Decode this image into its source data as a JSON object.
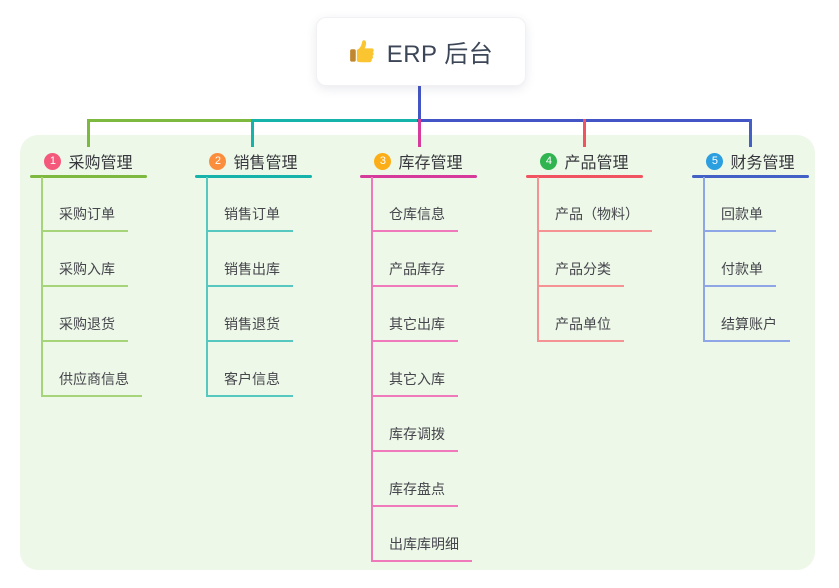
{
  "root": {
    "label": "ERP 后台",
    "icon": "thumbs-up-icon",
    "line_color": "#4355c4"
  },
  "panel": {
    "background": "#edf8e8"
  },
  "branches": [
    {
      "index": "1",
      "label": "采购管理",
      "badge_color": "#f4587b",
      "line_color": "#7cb93e",
      "child_line_color": "#a6d478",
      "children": [
        "采购订单",
        "采购入库",
        "采购退货",
        "供应商信息"
      ]
    },
    {
      "index": "2",
      "label": "销售管理",
      "badge_color": "#fb8e3c",
      "line_color": "#16b3ab",
      "child_line_color": "#57c8c0",
      "children": [
        "销售订单",
        "销售出库",
        "销售退货",
        "客户信息"
      ]
    },
    {
      "index": "3",
      "label": "库存管理",
      "badge_color": "#fbae17",
      "line_color": "#d63a9b",
      "child_line_color": "#ef79bb",
      "children": [
        "仓库信息",
        "产品库存",
        "其它出库",
        "其它入库",
        "库存调拨",
        "库存盘点",
        "出库库明细"
      ]
    },
    {
      "index": "4",
      "label": "产品管理",
      "badge_color": "#2fb44f",
      "line_color": "#f25360",
      "child_line_color": "#f59294",
      "children": [
        "产品（物料）",
        "产品分类",
        "产品单位"
      ]
    },
    {
      "index": "5",
      "label": "财务管理",
      "badge_color": "#2b9fe0",
      "line_color": "#4360c6",
      "child_line_color": "#8ea6e6",
      "children": [
        "回款单",
        "付款单",
        "结算账户"
      ]
    }
  ]
}
